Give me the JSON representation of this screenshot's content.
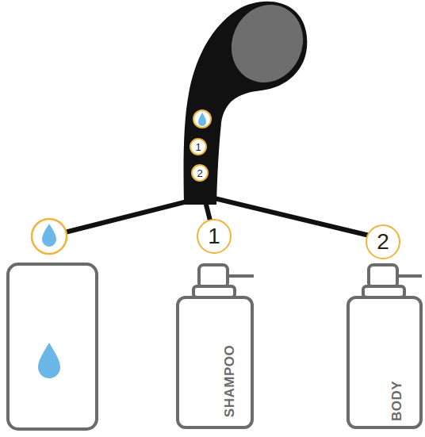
{
  "diagram": {
    "nodes": [
      {
        "text": [
          "1"
        ]
      },
      {
        "text": [
          "2"
        ]
      },
      {
        "text": [
          "1"
        ]
      },
      {
        "text": [
          "2"
        ]
      },
      {
        "text": [
          "SHAMPOO"
        ]
      },
      {
        "text": [
          "BODY"
        ]
      }
    ]
  }
}
